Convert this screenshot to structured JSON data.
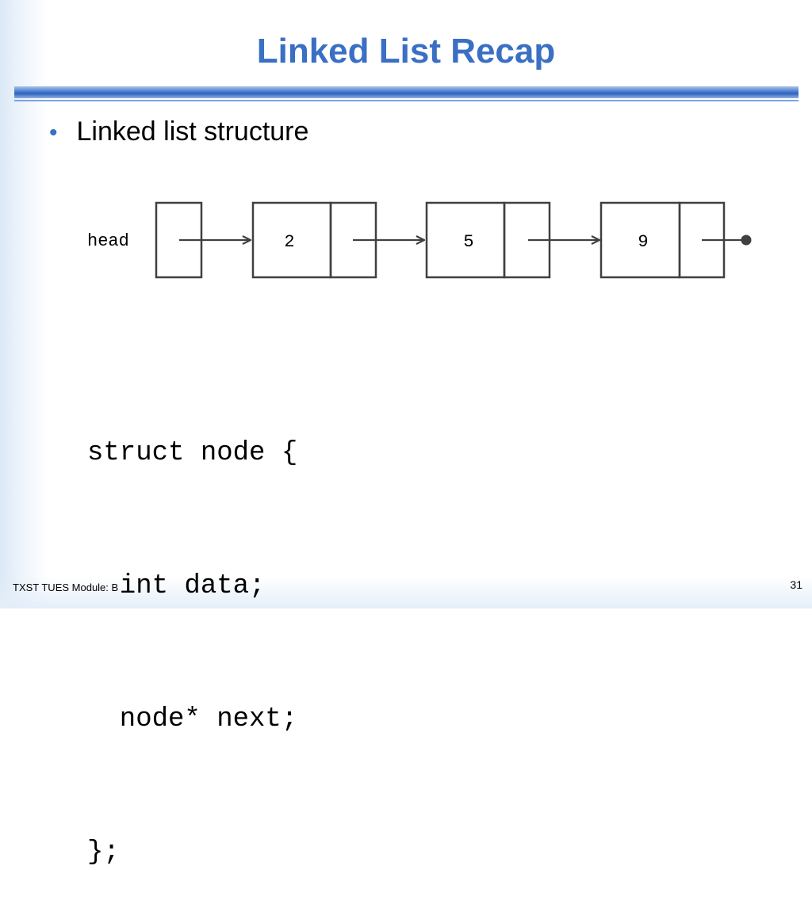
{
  "slide": {
    "title": "Linked List Recap",
    "bullet": "Linked list structure",
    "footer": "TXST TUES Module: B",
    "page_number": "31"
  },
  "diagram": {
    "head_label": "head",
    "nodes": [
      {
        "data": "2"
      },
      {
        "data": "5"
      },
      {
        "data": "9"
      }
    ],
    "terminator": "null-dot"
  },
  "code": {
    "lines": [
      "struct node {",
      "  int data;",
      "  node* next;",
      "};"
    ]
  },
  "colors": {
    "title": "#3a6fc4",
    "rule": "#2f62c0",
    "stroke": "#404040"
  }
}
